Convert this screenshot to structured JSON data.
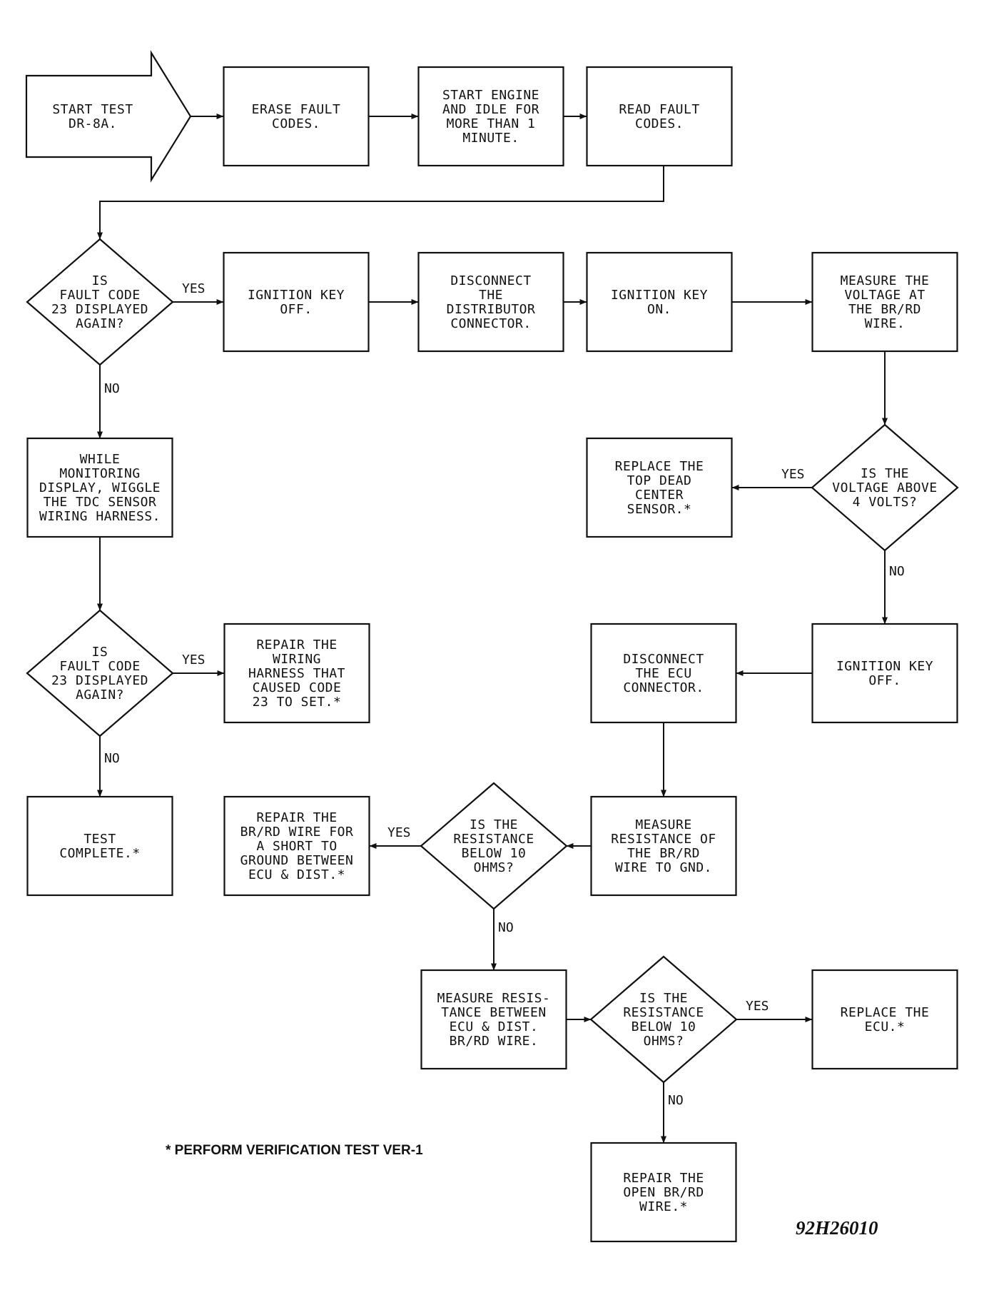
{
  "nodes": {
    "start": [
      "START TEST",
      "DR-8A."
    ],
    "erase": [
      "ERASE FAULT",
      "CODES."
    ],
    "start_engine": [
      "START ENGINE",
      "AND IDLE FOR",
      "MORE THAN 1",
      "MINUTE."
    ],
    "read_codes": [
      "READ FAULT",
      "CODES."
    ],
    "d_code23_a": [
      "IS",
      "FAULT CODE",
      "23 DISPLAYED",
      "AGAIN?"
    ],
    "key_off_a": [
      "IGNITION KEY",
      "OFF."
    ],
    "disconnect_dist": [
      "DISCONNECT",
      "THE",
      "DISTRIBUTOR",
      "CONNECTOR."
    ],
    "key_on": [
      "IGNITION KEY",
      "ON."
    ],
    "measure_voltage": [
      "MEASURE THE",
      "VOLTAGE AT",
      "THE BR/RD",
      "WIRE."
    ],
    "d_voltage": [
      "IS THE",
      "VOLTAGE ABOVE",
      "4 VOLTS?"
    ],
    "replace_tdc": [
      "REPLACE THE",
      "TOP DEAD",
      "CENTER",
      "SENSOR.*"
    ],
    "wiggle": [
      "WHILE",
      "MONITORING",
      "DISPLAY, WIGGLE",
      "THE TDC SENSOR",
      "WIRING HARNESS."
    ],
    "d_code23_b": [
      "IS",
      "FAULT CODE",
      "23 DISPLAYED",
      "AGAIN?"
    ],
    "repair_harness": [
      "REPAIR THE",
      "WIRING",
      "HARNESS THAT",
      "CAUSED CODE",
      "23 TO SET.*"
    ],
    "test_complete": [
      "TEST",
      "COMPLETE.*"
    ],
    "key_off_b": [
      "IGNITION KEY",
      "OFF."
    ],
    "disconnect_ecu": [
      "DISCONNECT",
      "THE ECU",
      "CONNECTOR."
    ],
    "measure_res_gnd": [
      "MEASURE",
      "RESISTANCE OF",
      "THE BR/RD",
      "WIRE TO GND."
    ],
    "d_res_a": [
      "IS THE",
      "RESISTANCE",
      "BELOW 10",
      "OHMS?"
    ],
    "repair_short": [
      "REPAIR THE",
      "BR/RD WIRE FOR",
      "A SHORT TO",
      "GROUND BETWEEN",
      "ECU & DIST.*"
    ],
    "measure_res_between": [
      "MEASURE RESIS-",
      "TANCE BETWEEN",
      "ECU & DIST.",
      "BR/RD WIRE."
    ],
    "d_res_b": [
      "IS THE",
      "RESISTANCE",
      "BELOW 10",
      "OHMS?"
    ],
    "replace_ecu": [
      "REPLACE THE",
      "ECU.*"
    ],
    "repair_open": [
      "REPAIR THE",
      "OPEN BR/RD",
      "WIRE.*"
    ]
  },
  "edge_labels": {
    "yes": "YES",
    "no": "NO"
  },
  "footnote": "* PERFORM VERIFICATION TEST VER-1",
  "figure_id": "92H26010"
}
